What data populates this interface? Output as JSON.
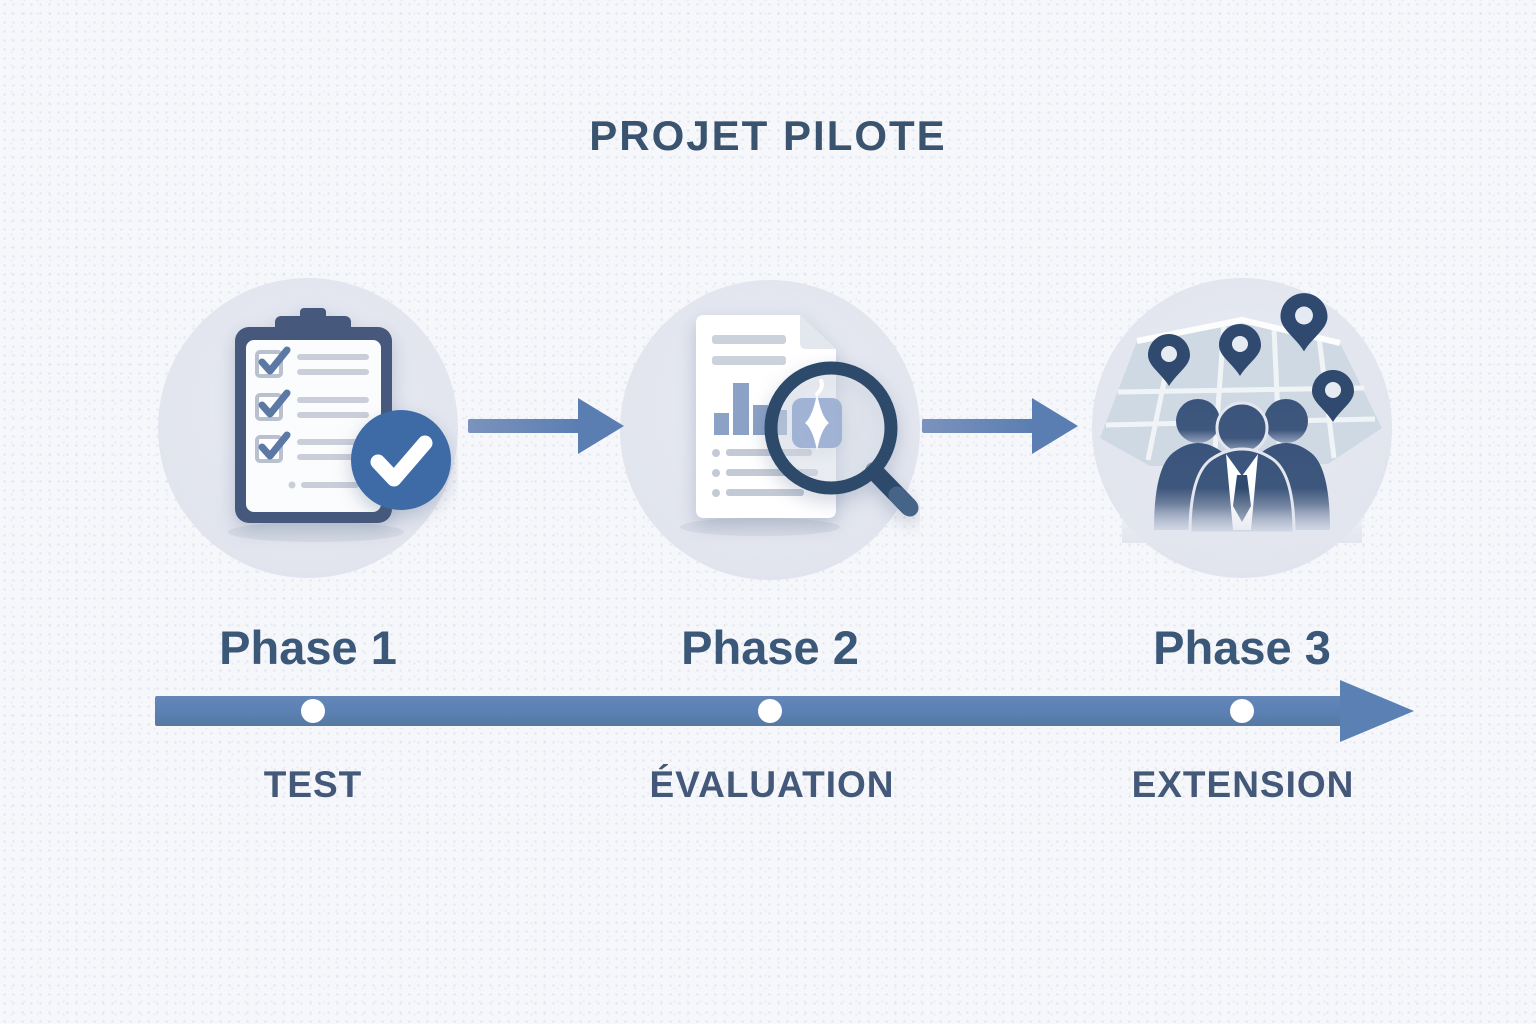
{
  "title": "PROJET PILOTE",
  "phases": [
    {
      "label": "Phase 1",
      "caption": "TEST",
      "icon": "checklist-clipboard-icon"
    },
    {
      "label": "Phase 2",
      "caption": "ÉVALUATION",
      "icon": "report-magnifier-icon"
    },
    {
      "label": "Phase 3",
      "caption": "EXTENSION",
      "icon": "map-team-pins-icon"
    }
  ],
  "timeline": {
    "milestones": 3,
    "direction": "left-to-right"
  },
  "colors": {
    "background": "#f6f7fa",
    "title_text": "#3a546f",
    "phase_text": "#3b5878",
    "caption_text": "#44597a",
    "timeline_bar": "#5b80b4",
    "arrow": "#5a7eb2",
    "icon_circle_bg": "#e3e6ef",
    "badge_blue": "#3e6aa6",
    "navy": "#2e4a6b"
  }
}
